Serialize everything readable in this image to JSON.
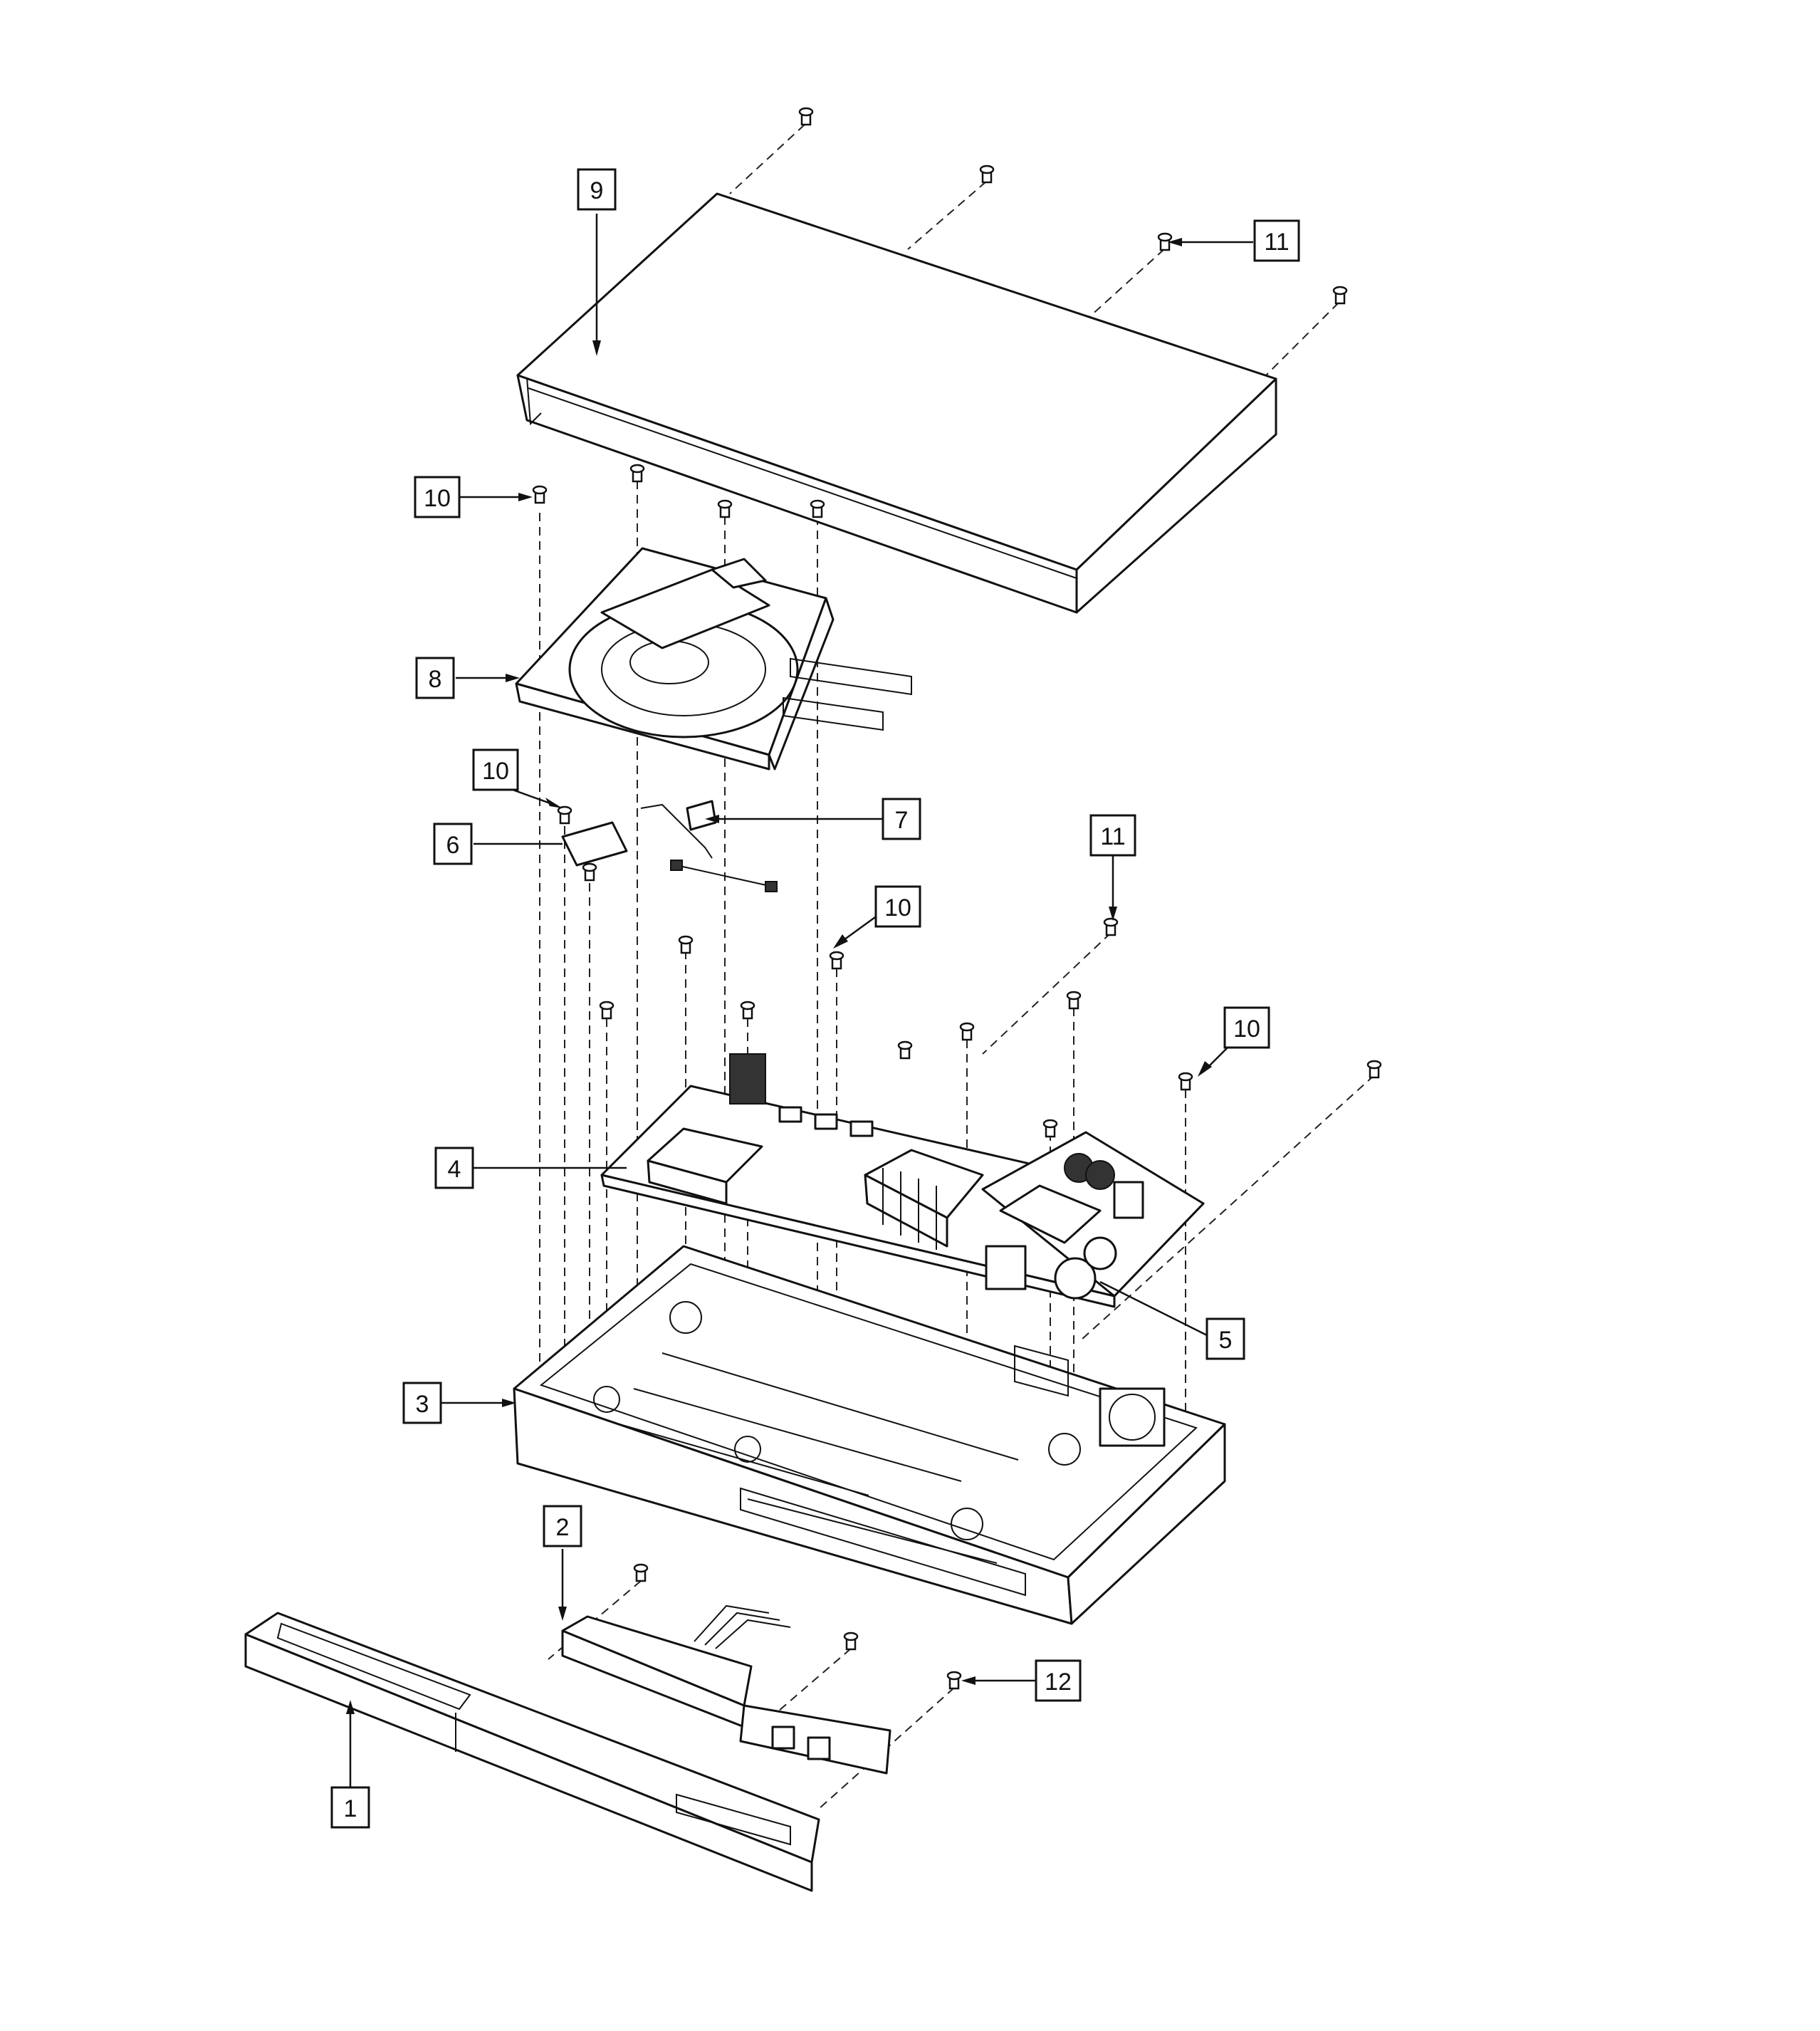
{
  "labels": [
    "1",
    "2",
    "3",
    "4",
    "5",
    "6",
    "7",
    "8",
    "9",
    "10",
    "10",
    "10",
    "10",
    "11",
    "11",
    "12"
  ]
}
